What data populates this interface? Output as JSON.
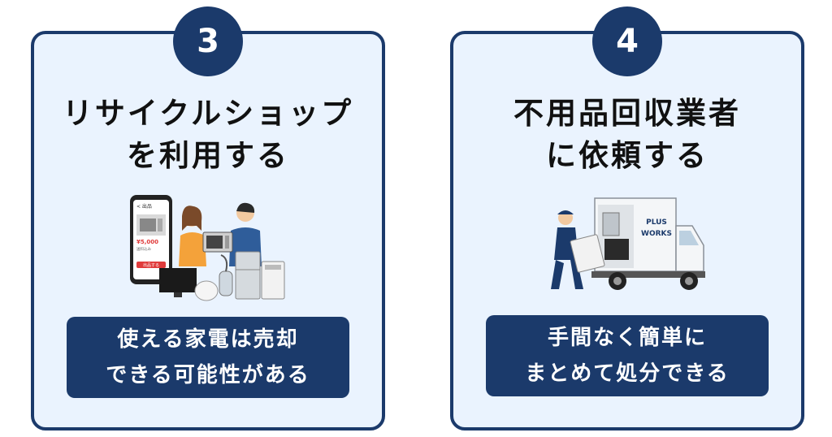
{
  "cards": [
    {
      "number": "3",
      "title_lines": [
        "リサイクルショップ",
        "を利用する"
      ],
      "caption_lines": [
        "使える家電は売却",
        "できる可能性がある"
      ],
      "phone": {
        "header": "< 出品",
        "price": "¥5,000",
        "sub": "送料込み",
        "button": "出品する"
      }
    },
    {
      "number": "4",
      "title_lines": [
        "不用品回収業者",
        "に依頼する"
      ],
      "caption_lines": [
        "手間なく簡単に",
        "まとめて処分できる"
      ],
      "truck": {
        "logo_line1": "PLUS",
        "logo_line2": "WORKS"
      }
    }
  ],
  "colors": {
    "navy": "#1b3a6b",
    "card_bg": "#eaf3fe",
    "accent_red": "#e03b3b"
  }
}
